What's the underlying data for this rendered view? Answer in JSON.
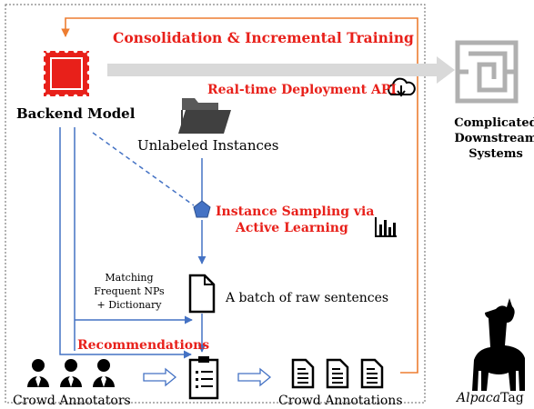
{
  "title_flow": "Consolidation & Incremental Training",
  "backend_model": "Backend Model",
  "deploy_api": "Real-time Deployment API",
  "downstream": [
    "Complicated",
    "Downstream",
    "Systems"
  ],
  "unlabeled": "Unlabeled Instances",
  "sampling": [
    "Instance Sampling via",
    "Active Learning"
  ],
  "matching": [
    "Matching",
    "Frequent NPs",
    "+ Dictionary"
  ],
  "batch": "A batch of raw sentences",
  "recommendations": "Recommendations",
  "crowd_annotators": "Crowd Annotators",
  "crowd_annotations": "Crowd Annotations",
  "brand": {
    "prefix": "Alpaca",
    "suffix": "Tag"
  },
  "colors": {
    "accent_red": "#e8201a",
    "flow_blue": "#4472c4",
    "orange": "#ed7d31",
    "gray": "#b0b0b0"
  }
}
